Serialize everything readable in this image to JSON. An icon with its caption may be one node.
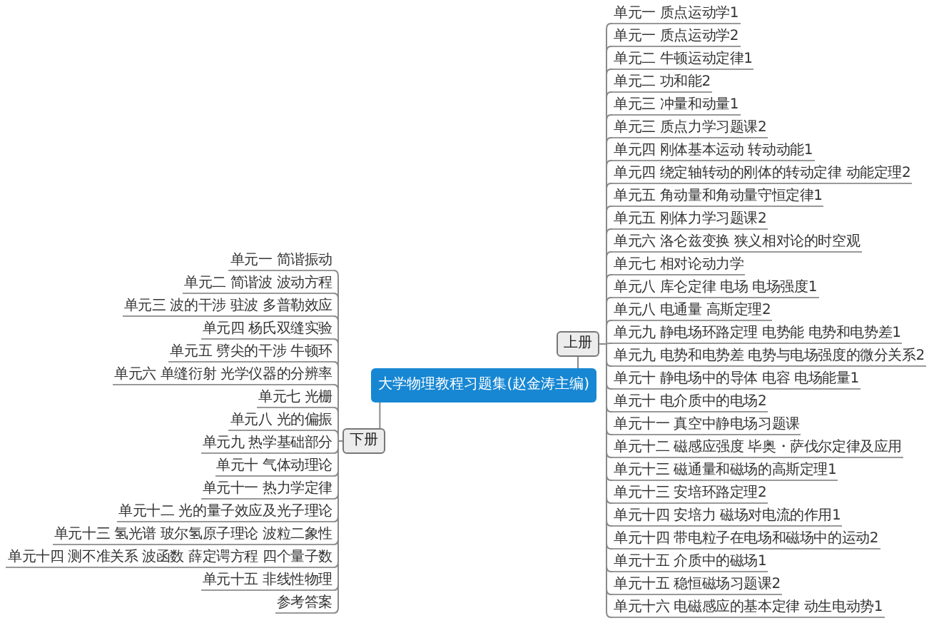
{
  "diagram": {
    "nodes": [
      {
        "text": [
          "大学物理教程习题集(赵金涛主编)"
        ]
      },
      {
        "text": [
          "上册"
        ]
      },
      {
        "text": [
          "单元一 质点运动学1"
        ]
      },
      {
        "text": [
          "单元一 质点运动学2"
        ]
      },
      {
        "text": [
          "单元二 牛顿运动定律1"
        ]
      },
      {
        "text": [
          "单元二 功和能2"
        ]
      },
      {
        "text": [
          "单元三 冲量和动量1"
        ]
      },
      {
        "text": [
          "单元三 质点力学习题课2"
        ]
      },
      {
        "text": [
          "单元四 刚体基本运动 转动动能1"
        ]
      },
      {
        "text": [
          "单元四 绕定轴转动的刚体的转动定律 动能定理2"
        ]
      },
      {
        "text": [
          "单元五 角动量和角动量守恒定律1"
        ]
      },
      {
        "text": [
          "单元五 刚体力学习题课2"
        ]
      },
      {
        "text": [
          "单元六 洛仑兹变换 狭义相对论的时空观"
        ]
      },
      {
        "text": [
          "单元七 相对论动力学"
        ]
      },
      {
        "text": [
          "单元八 库仑定律 电场 电场强度1"
        ]
      },
      {
        "text": [
          "单元八 电通量 高斯定理2"
        ]
      },
      {
        "text": [
          "单元九 静电场环路定理 电势能 电势和电势差1"
        ]
      },
      {
        "text": [
          "单元九 电势和电势差 电势与电场强度的微分关系2"
        ]
      },
      {
        "text": [
          "单元十 静电场中的导体 电容 电场能量1"
        ]
      },
      {
        "text": [
          "单元十 电介质中的电场2"
        ]
      },
      {
        "text": [
          "单元十一 真空中静电场习题课"
        ]
      },
      {
        "text": [
          "单元十二 磁感应强度 毕奥・萨伐尔定律及应用"
        ]
      },
      {
        "text": [
          "单元十三 磁通量和磁场的高斯定理1"
        ]
      },
      {
        "text": [
          "单元十三 安培环路定理2"
        ]
      },
      {
        "text": [
          "单元十四 安培力 磁场对电流的作用1"
        ]
      },
      {
        "text": [
          "单元十四 带电粒子在电场和磁场中的运动2"
        ]
      },
      {
        "text": [
          "单元十五 介质中的磁场1"
        ]
      },
      {
        "text": [
          "单元十五 稳恒磁场习题课2"
        ]
      },
      {
        "text": [
          "单元十六 电磁感应的基本定律 动生电动势1"
        ]
      },
      {
        "text": [
          "下册"
        ]
      },
      {
        "text": [
          "单元一 简谐振动"
        ]
      },
      {
        "text": [
          "单元二 简谐波 波动方程"
        ]
      },
      {
        "text": [
          "单元三 波的干涉 驻波 多普勒效应"
        ]
      },
      {
        "text": [
          "单元四 杨氏双缝实验"
        ]
      },
      {
        "text": [
          "单元五 劈尖的干涉 牛顿环"
        ]
      },
      {
        "text": [
          "单元六 单缝衍射 光学仪器的分辨率"
        ]
      },
      {
        "text": [
          "单元七 光栅"
        ]
      },
      {
        "text": [
          "单元八 光的偏振"
        ]
      },
      {
        "text": [
          "单元九 热学基础部分"
        ]
      },
      {
        "text": [
          "单元十 气体动理论"
        ]
      },
      {
        "text": [
          "单元十一 热力学定律"
        ]
      },
      {
        "text": [
          "单元十二 光的量子效应及光子理论"
        ]
      },
      {
        "text": [
          "单元十三 氢光谱 玻尔氢原子理论 波粒二象性"
        ]
      },
      {
        "text": [
          "单元十四 测不准关系 波函数 薛定谔方程 四个量子数"
        ]
      },
      {
        "text": [
          "单元十五 非线性物理"
        ]
      },
      {
        "text": [
          "参考答案"
        ]
      }
    ],
    "edges": [
      {
        "from": 0,
        "to": 1,
        "arrow": "none"
      },
      {
        "from": 1,
        "to": 2,
        "arrow": "none"
      },
      {
        "from": 1,
        "to": 3,
        "arrow": "none"
      },
      {
        "from": 1,
        "to": 4,
        "arrow": "none"
      },
      {
        "from": 1,
        "to": 5,
        "arrow": "none"
      },
      {
        "from": 1,
        "to": 6,
        "arrow": "none"
      },
      {
        "from": 1,
        "to": 7,
        "arrow": "none"
      },
      {
        "from": 1,
        "to": 8,
        "arrow": "none"
      },
      {
        "from": 1,
        "to": 9,
        "arrow": "none"
      },
      {
        "from": 1,
        "to": 10,
        "arrow": "none"
      },
      {
        "from": 1,
        "to": 11,
        "arrow": "none"
      },
      {
        "from": 1,
        "to": 12,
        "arrow": "none"
      },
      {
        "from": 1,
        "to": 13,
        "arrow": "none"
      },
      {
        "from": 1,
        "to": 14,
        "arrow": "none"
      },
      {
        "from": 1,
        "to": 15,
        "arrow": "none"
      },
      {
        "from": 1,
        "to": 16,
        "arrow": "none"
      },
      {
        "from": 1,
        "to": 17,
        "arrow": "none"
      },
      {
        "from": 1,
        "to": 18,
        "arrow": "none"
      },
      {
        "from": 1,
        "to": 19,
        "arrow": "none"
      },
      {
        "from": 1,
        "to": 20,
        "arrow": "none"
      },
      {
        "from": 1,
        "to": 21,
        "arrow": "none"
      },
      {
        "from": 1,
        "to": 22,
        "arrow": "none"
      },
      {
        "from": 1,
        "to": 23,
        "arrow": "none"
      },
      {
        "from": 1,
        "to": 24,
        "arrow": "none"
      },
      {
        "from": 1,
        "to": 25,
        "arrow": "none"
      },
      {
        "from": 1,
        "to": 26,
        "arrow": "none"
      },
      {
        "from": 1,
        "to": 27,
        "arrow": "none"
      },
      {
        "from": 1,
        "to": 28,
        "arrow": "none"
      },
      {
        "from": 0,
        "to": 29,
        "arrow": "none"
      },
      {
        "from": 29,
        "to": 30,
        "arrow": "none"
      },
      {
        "from": 29,
        "to": 31,
        "arrow": "none"
      },
      {
        "from": 29,
        "to": 32,
        "arrow": "none"
      },
      {
        "from": 29,
        "to": 33,
        "arrow": "none"
      },
      {
        "from": 29,
        "to": 34,
        "arrow": "none"
      },
      {
        "from": 29,
        "to": 35,
        "arrow": "none"
      },
      {
        "from": 29,
        "to": 36,
        "arrow": "none"
      },
      {
        "from": 29,
        "to": 37,
        "arrow": "none"
      },
      {
        "from": 29,
        "to": 38,
        "arrow": "none"
      },
      {
        "from": 29,
        "to": 39,
        "arrow": "none"
      },
      {
        "from": 29,
        "to": 40,
        "arrow": "none"
      },
      {
        "from": 29,
        "to": 41,
        "arrow": "none"
      },
      {
        "from": 29,
        "to": 42,
        "arrow": "none"
      },
      {
        "from": 29,
        "to": 43,
        "arrow": "none"
      },
      {
        "from": 29,
        "to": 44,
        "arrow": "none"
      },
      {
        "from": 29,
        "to": 45,
        "arrow": "none"
      }
    ]
  }
}
